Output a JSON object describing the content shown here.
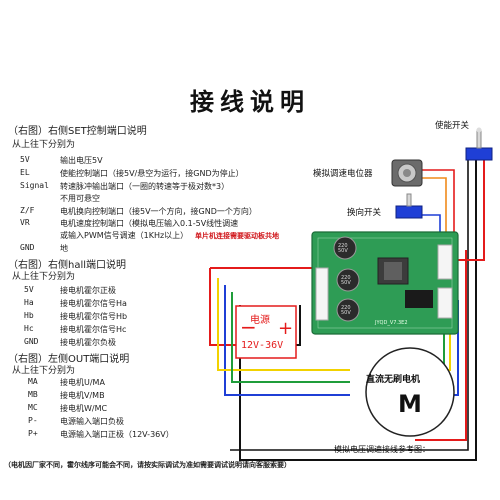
{
  "title": "接线说明",
  "set_section": {
    "heading": "（右图）右侧SET控制端口说明",
    "order": "从上往下分别为",
    "rows": [
      {
        "key": "5V",
        "desc": "输出电压5V"
      },
      {
        "key": "EL",
        "desc": "使能控制端口（接5V/悬空为运行，接GND为停止）"
      },
      {
        "key": "Signal",
        "desc": "转速脉冲输出端口（一圈的转速等于极对数*3）"
      },
      {
        "key": "",
        "desc": "不用可悬空"
      },
      {
        "key": "Z/F",
        "desc": "电机换向控制端口（接5V一个方向，接GND一个方向）"
      },
      {
        "key": "VR",
        "desc": "电机速度控制端口（模拟电压输入0.1-5V线性调速"
      },
      {
        "key": "",
        "desc": "或输入PWM信号调速（1KHz以上）"
      },
      {
        "key": "GND",
        "desc": "地"
      }
    ],
    "warning": "单片机连接需要驱动板共地"
  },
  "hall_section": {
    "heading": "（右图）右侧hall端口说明",
    "order": "从上往下分别为",
    "rows": [
      {
        "key": "5V",
        "desc": "接电机霍尔正极"
      },
      {
        "key": "Ha",
        "desc": "接电机霍尔信号Ha"
      },
      {
        "key": "Hb",
        "desc": "接电机霍尔信号Hb"
      },
      {
        "key": "Hc",
        "desc": "接电机霍尔信号Hc"
      },
      {
        "key": "GND",
        "desc": "接电机霍尔负极"
      }
    ]
  },
  "out_section": {
    "heading": "（右图）左侧OUT端口说明",
    "order": "从上往下分别为",
    "rows": [
      {
        "key": "MA",
        "desc": "接电机U/MA"
      },
      {
        "key": "MB",
        "desc": "接电机V/MB"
      },
      {
        "key": "MC",
        "desc": "接电机W/MC"
      },
      {
        "key": "P-",
        "desc": "电源输入端口负极"
      },
      {
        "key": "P+",
        "desc": "电源输入端口正极（12V-36V）"
      }
    ]
  },
  "footer": "（电机因厂家不同，霍尔线序可能会不同，请按实际调试为准如需要调试说明请向客服索要）",
  "diagram": {
    "enable_switch": "使能开关",
    "potentiometer": "模拟调速电位器",
    "direction_switch": "换向开关",
    "power_label": "电源",
    "power_voltage": "12V-36V",
    "motor_label": "直流无刷电机",
    "motor_letter": "M",
    "caption": "模拟电压调速接线参考图：",
    "board_id": "JYQD_V7.3E2",
    "cap_labels": [
      "220\n50V",
      "220\n50V",
      "220\n50V"
    ],
    "colors": {
      "red": "#e41b1b",
      "black": "#111111",
      "yellow": "#f2d200",
      "green": "#1f9d3a",
      "blue": "#1f3fd6",
      "orange": "#f08a1a",
      "pcb": "#2e9c55"
    }
  }
}
